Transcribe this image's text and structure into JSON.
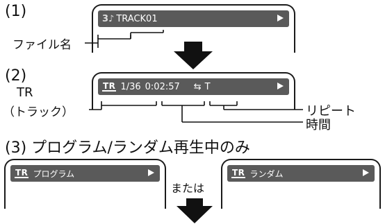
{
  "step1": {
    "number": "(1)",
    "icon": "music-note-icon",
    "track_text": "TRACK01",
    "filename_label": "ファイル名"
  },
  "step2": {
    "number": "(2)",
    "tr_icon_text": "TR",
    "track_pos": "1/36",
    "time": "0:02:57",
    "repeat_mode": "T",
    "tr_label": "TR",
    "tr_sub_label": "（トラック）",
    "repeat_label": "リピート",
    "time_label": "時間"
  },
  "step3": {
    "heading": "(3) プログラム/ランダム再生中のみ",
    "program_icon_text": "TR",
    "program_text": "プログラム",
    "or_text": "または",
    "random_icon_text": "TR",
    "random_text": "ランダム"
  },
  "colors": {
    "bar": "#5a5a5a",
    "arrow": "#111111"
  }
}
